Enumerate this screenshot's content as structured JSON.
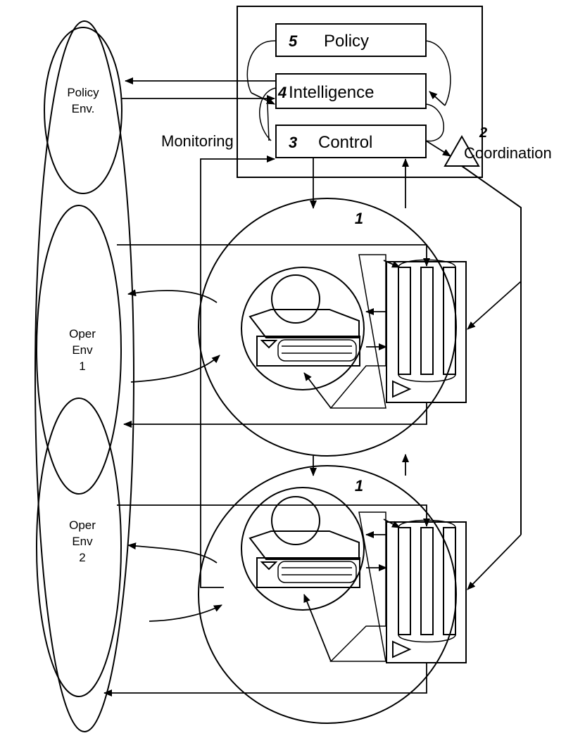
{
  "system_boxes": {
    "five_number": "5",
    "five_label": "Policy",
    "four_number": "4",
    "four_label": "Intelligence",
    "three_number": "3",
    "three_label": "Control",
    "two_number": "2",
    "two_label": "Coordination",
    "monitoring_label": "Monitoring"
  },
  "environments": {
    "policy_line1": "Policy",
    "policy_line2": "Env.",
    "oper1_line1": "Oper",
    "oper1_line2": "Env",
    "oper1_line3": "1",
    "oper2_line1": "Oper",
    "oper2_line2": "Env",
    "oper2_line3": "2"
  },
  "operations": {
    "unit_top_number": "1",
    "unit_bottom_number": "1"
  }
}
